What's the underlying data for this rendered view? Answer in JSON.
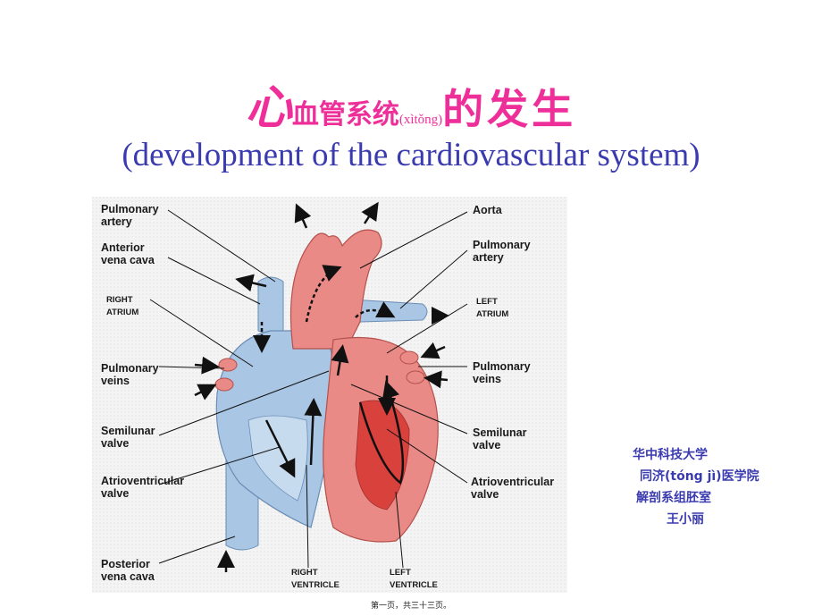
{
  "title": {
    "part1": "心",
    "part2": "血管系统",
    "pinyin": "(xìtǒng)",
    "part3": "的发生"
  },
  "subtitle": "(development of the cardiovascular system)",
  "figure": {
    "labels": {
      "pulmonary_artery_l1": "Pulmonary",
      "pulmonary_artery_l2": "artery",
      "anterior_vena_cava_l1": "Anterior",
      "anterior_vena_cava_l2": "vena cava",
      "right_atrium_l1": "RIGHT",
      "right_atrium_l2": "ATRIUM",
      "pulmonary_veins_left_l1": "Pulmonary",
      "pulmonary_veins_left_l2": "veins",
      "semilunar_valve_left_l1": "Semilunar",
      "semilunar_valve_left_l2": "valve",
      "av_valve_left_l1": "Atrioventricular",
      "av_valve_left_l2": "valve",
      "posterior_vena_cava_l1": "Posterior",
      "posterior_vena_cava_l2": "vena cava",
      "right_ventricle_l1": "RIGHT",
      "right_ventricle_l2": "VENTRICLE",
      "left_ventricle_l1": "LEFT",
      "left_ventricle_l2": "VENTRICLE",
      "aorta": "Aorta",
      "pulmonary_artery_right_l1": "Pulmonary",
      "pulmonary_artery_right_l2": "artery",
      "left_atrium_l1": "LEFT",
      "left_atrium_l2": "ATRIUM",
      "pulmonary_veins_right_l1": "Pulmonary",
      "pulmonary_veins_right_l2": "veins",
      "semilunar_valve_right_l1": "Semilunar",
      "semilunar_valve_right_l2": "valve",
      "av_valve_right_l1": "Atrioventricular",
      "av_valve_right_l2": "valve"
    },
    "colors": {
      "deoxygenated": "#a9c6e4",
      "oxygenated": "#e98a86",
      "background": "#f2f2f2"
    }
  },
  "credits": {
    "line1": "华中科技大学",
    "line2": "同济(tóng jì)医学院",
    "line3": "解剖系组胚室",
    "line4": "王小丽"
  },
  "footer": "第一页，共三十三页。"
}
